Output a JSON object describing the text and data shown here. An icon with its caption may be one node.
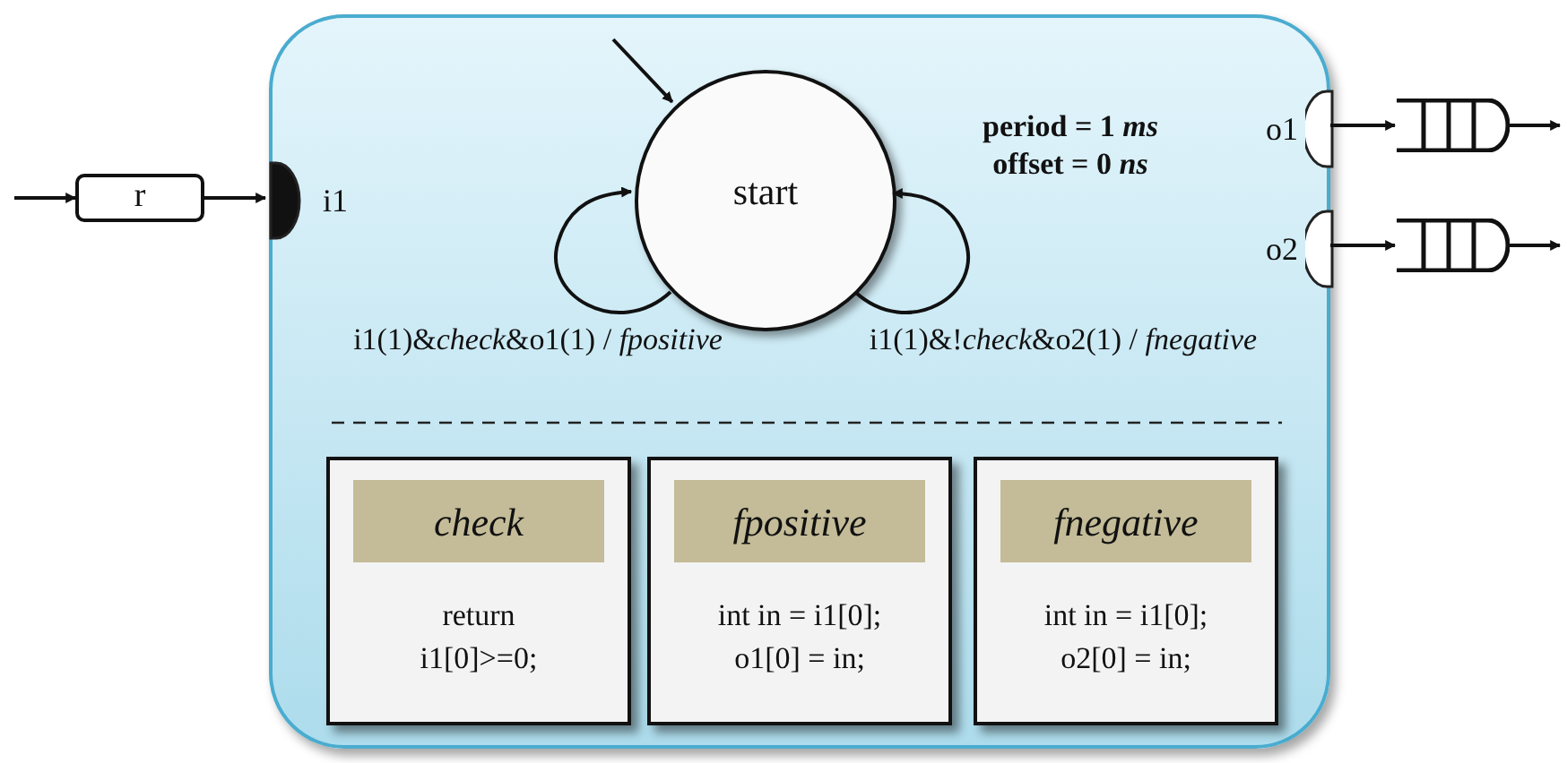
{
  "diagram": {
    "nodes": [
      {
        "text": [],
        "shape": "box"
      },
      {
        "text": [
          "r"
        ]
      },
      {
        "text": [],
        "shape": "box",
        "beside": [
          "i1"
        ],
        "in": 0
      },
      {
        "text": [
          "start"
        ],
        "in": 0
      },
      {
        "text": [],
        "shape": "box",
        "beside": [
          "o1"
        ],
        "in": 0
      },
      {
        "text": [],
        "shape": "box",
        "beside": [
          "o2"
        ],
        "in": 0
      },
      {
        "text": [],
        "shape": "box"
      },
      {
        "text": [],
        "shape": "box"
      },
      {
        "text": [
          "check",
          "return i1[0]>=0;"
        ],
        "in": 0
      },
      {
        "text": [
          "fpositive",
          "int  in = i1[0]; o1[0] = in;"
        ],
        "in": 0
      },
      {
        "text": [
          "fnegative",
          "int  in = i1[0]; o2[0] = in;"
        ],
        "in": 0
      }
    ],
    "edges": [
      {
        "from": null,
        "to": 1,
        "arrow": "to"
      },
      {
        "from": 1,
        "to": 2,
        "arrow": "to"
      },
      {
        "from": null,
        "to": 3,
        "arrow": "to"
      },
      {
        "from": 3,
        "to": 3,
        "arrow": "to",
        "label": "i1(1)&*check*&o1(1) / *fpositive*"
      },
      {
        "from": 3,
        "to": 3,
        "arrow": "to",
        "label": "i1(1)&!*check*&o2(1) / *fnegative*"
      },
      {
        "from": 4,
        "to": 6,
        "arrow": "to"
      },
      {
        "from": 6,
        "to": null,
        "arrow": "to"
      },
      {
        "from": 5,
        "to": 7,
        "arrow": "to"
      },
      {
        "from": 7,
        "to": null,
        "arrow": "to"
      }
    ],
    "labels": [
      "period = 1 *ms*",
      "offset = 0 *ns*"
    ]
  }
}
